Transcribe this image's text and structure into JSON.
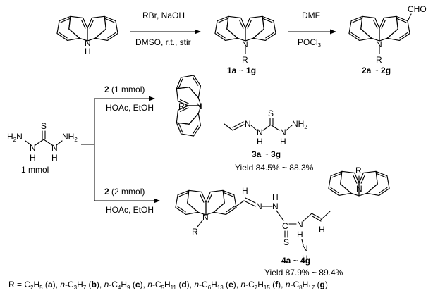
{
  "step1": {
    "reagent": "RBr, NaOH",
    "conditions": "DMSO, r.t., stir"
  },
  "step2": {
    "reagent": "DMF",
    "conditions_main": "POCl",
    "conditions_sub": "3"
  },
  "carbazole": {
    "nh_label": "N",
    "h_label": "H"
  },
  "intermediate1": {
    "n_label": "N",
    "r_label": "R",
    "label_a": "1a",
    "label_sep": " ~ ",
    "label_b": "1g"
  },
  "intermediate2": {
    "n_label": "N",
    "r_label": "R",
    "cho_label": "CHO",
    "label_a": "2a",
    "label_sep": " ~ ",
    "label_b": "2g"
  },
  "thiocarbohydrazide": {
    "s": "S",
    "h2n": "H",
    "h2n_sub": "2",
    "h2n_n": "N",
    "nh": "N",
    "h": "H",
    "nh2_n": "NH",
    "nh2_sub": "2",
    "amount": "1 mmol"
  },
  "branch_upper": {
    "reagent_bold": "2",
    "reagent_rest": " (1 mmol)",
    "conditions": "HOAc, EtOH"
  },
  "branch_lower": {
    "reagent_bold": "2",
    "reagent_rest": " (2 mmol)",
    "conditions": "HOAc, EtOH"
  },
  "product3": {
    "r_label": "R",
    "n_label": "N",
    "s": "S",
    "n2": "N",
    "nh_n": "N",
    "h1": "H",
    "nh_n2": "N",
    "h2": "H",
    "nh2": "NH",
    "nh2_sub": "2",
    "label_a": "3a",
    "label_sep": " ~ ",
    "label_b": "3g",
    "yield": "Yield 84.5% ~ 88.3%"
  },
  "product4": {
    "r_left": "R",
    "n_left": "N",
    "h_top": "H",
    "n_a": "N",
    "n_b": "N",
    "h_b": "H",
    "c_label": "C",
    "s": "S",
    "n_c": "N",
    "h_c": "H",
    "n_d": "N",
    "h_d": "H",
    "r_right": "R",
    "n_right": "N",
    "label_a": "4a",
    "label_sep": " ~ ",
    "label_b": "4g",
    "yield": "Yield 87.9% ~ 89.4%"
  },
  "legend": {
    "prefix": "R = C",
    "items": [
      {
        "a": "2",
        "b": "5",
        "code": "a",
        "n": ""
      },
      {
        "a": "3",
        "b": "7",
        "code": "b",
        "n": "n-"
      },
      {
        "a": "4",
        "b": "9",
        "code": "c",
        "n": "n-"
      },
      {
        "a": "5",
        "b": "11",
        "code": "d",
        "n": "n-"
      },
      {
        "a": "6",
        "b": "13",
        "code": "e",
        "n": "n-"
      },
      {
        "a": "7",
        "b": "15",
        "code": "f",
        "n": "n-"
      },
      {
        "a": "8",
        "b": "17",
        "code": "g",
        "n": "n-"
      }
    ]
  }
}
